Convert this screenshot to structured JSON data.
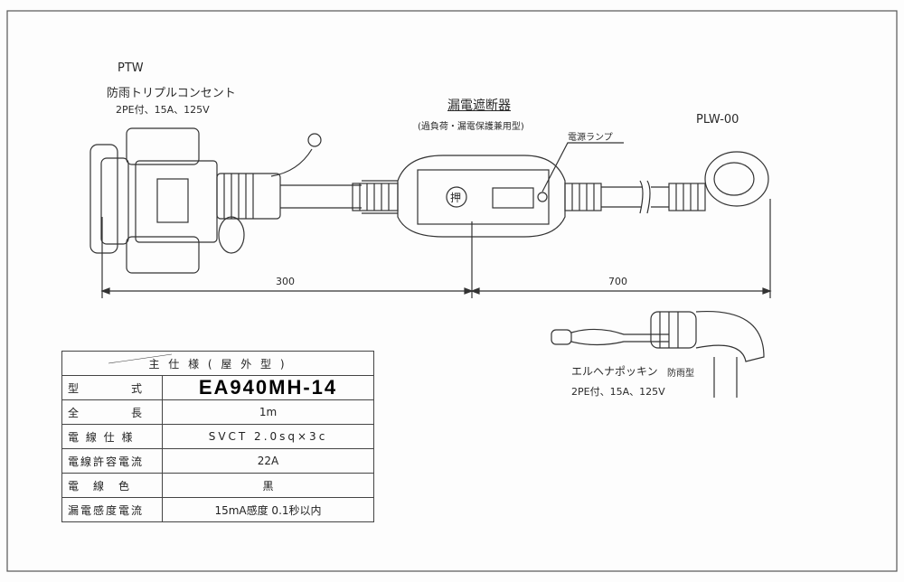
{
  "ptw": {
    "code": "PTW",
    "name": "防雨トリプルコンセント",
    "spec": "2PE付、15A、125V"
  },
  "breaker": {
    "title": "漏電遮断器",
    "subtitle": "(過負荷・漏電保護兼用型)",
    "lamp_label": "電源ランプ",
    "button_mark": "押"
  },
  "plug": {
    "code": "PLW-00",
    "name": "エルヘナポッキン",
    "type": "防雨型",
    "spec": "2PE付、15A、125V"
  },
  "dimensions": {
    "left": "300",
    "right": "700"
  },
  "spec_table": {
    "title": "主 仕 様 ( 屋 外 型 )",
    "rows": [
      {
        "key": "型　　　　式",
        "value": "EA940MH-14"
      },
      {
        "key": "全　　　　長",
        "value": "1m"
      },
      {
        "key": "電 線 仕 様",
        "value": "SVCT 2.0sq×3c"
      },
      {
        "key": "電線許容電流",
        "value": "22A"
      },
      {
        "key": "電　線　色",
        "value": "黒"
      },
      {
        "key": "漏電感度電流",
        "value": "15mA感度 0.1秒以内"
      }
    ]
  }
}
